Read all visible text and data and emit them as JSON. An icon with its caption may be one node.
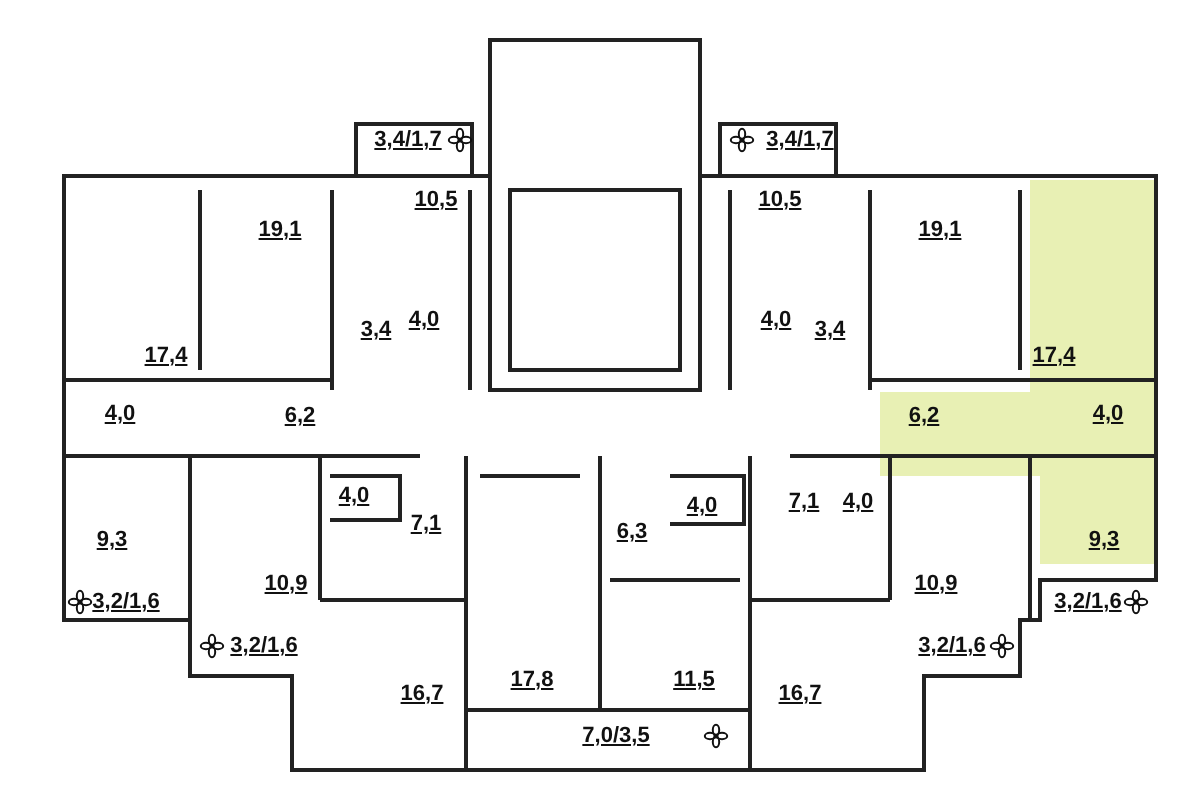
{
  "diagram": {
    "labels": [
      "3,4/1,7",
      "3,4/1,7",
      "10,5",
      "10,5",
      "19,1",
      "19,1",
      "3,4",
      "4,0",
      "4,0",
      "3,4",
      "17,4",
      "17,4",
      "4,0",
      "6,2",
      "6,2",
      "4,0",
      "4,0",
      "7,1",
      "6,3",
      "4,0",
      "7,1",
      "4,0",
      "9,3",
      "9,3",
      "10,9",
      "10,9",
      "3,2/1,6",
      "3,2/1,6",
      "3,2/1,6",
      "3,2/1,6",
      "16,7",
      "17,8",
      "11,5",
      "16,7",
      "7,0/3,5"
    ]
  }
}
